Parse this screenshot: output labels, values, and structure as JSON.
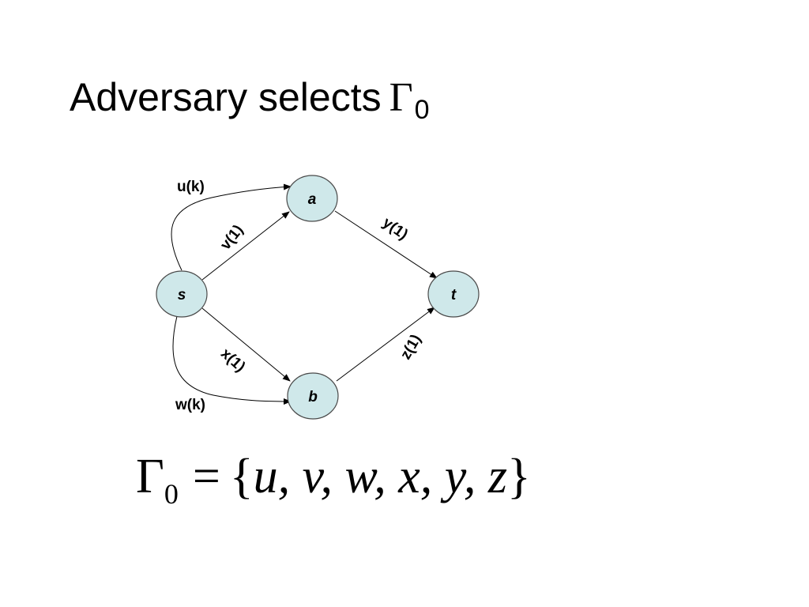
{
  "slide": {
    "title_text": "Adversary selects",
    "title_symbol": "Γ",
    "title_subscript": "0"
  },
  "diagram": {
    "nodes": {
      "s": "s",
      "a": "a",
      "b": "b",
      "t": "t"
    },
    "edges": {
      "u": "u(k)",
      "v": "v(1)",
      "w": "w(k)",
      "x": "x(1)",
      "y": "y(1)",
      "z": "z(1)"
    },
    "node_fill": "#cfe8ea"
  },
  "formula": {
    "symbol": "Γ",
    "subscript": "0",
    "equals": "=",
    "open_brace": "{",
    "set_contents": "u, v, w, x, y, z",
    "close_brace": "}"
  }
}
